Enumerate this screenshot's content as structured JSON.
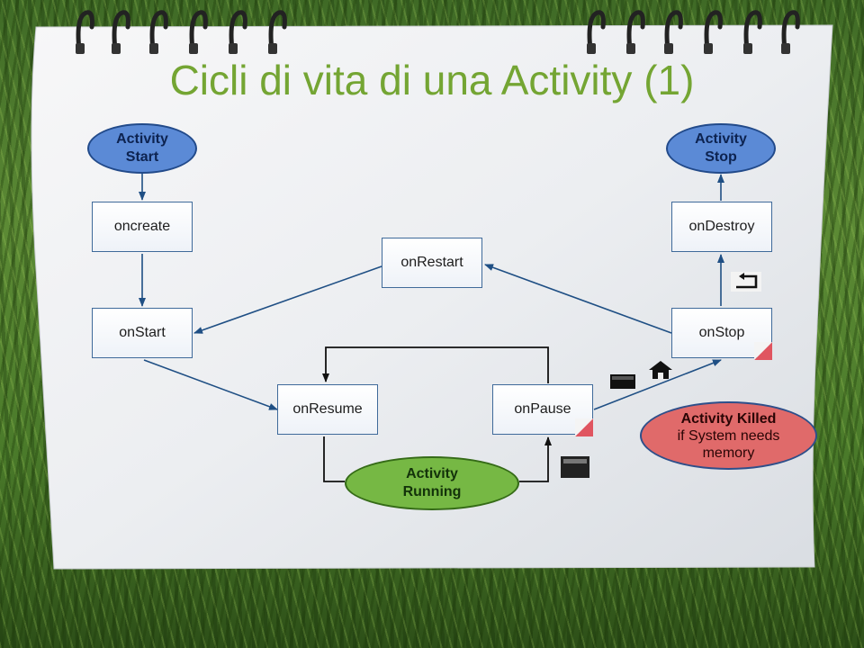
{
  "title": "Cicli di vita di una Activity (1)",
  "nodes": {
    "activity_start": [
      "Activity",
      "Start"
    ],
    "activity_stop": [
      "Activity",
      "Stop"
    ],
    "oncreate": "oncreate",
    "ondestroy": "onDestroy",
    "onrestart": "onRestart",
    "onstart": "onStart",
    "onstop": "onStop",
    "onresume": "onResume",
    "onpause": "onPause",
    "activity_running": [
      "Activity",
      "Running"
    ],
    "activity_killed": [
      "Activity Killed",
      "if System needs",
      "memory"
    ]
  },
  "icons": [
    "back-icon",
    "home-icon",
    "recent-apps-icon",
    "dark-screen-icon"
  ],
  "colors": {
    "title": "#74a533",
    "box_border": "#3f6a9a",
    "arrow": "#1f4f84",
    "start_stop_fill": "#5b8ad6",
    "running_fill": "#76b844",
    "killed_fill": "#e06a6a"
  }
}
